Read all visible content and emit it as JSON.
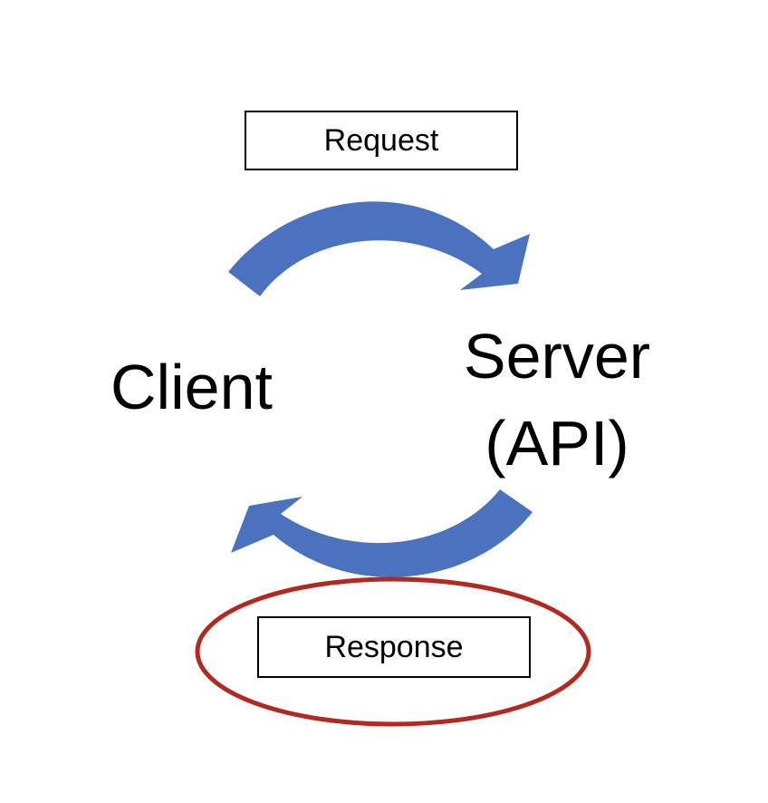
{
  "diagram": {
    "request_label": "Request",
    "response_label": "Response",
    "client_label": "Client",
    "server_label_line1": "Server",
    "server_label_line2": "(API)"
  },
  "colors": {
    "arrow": "#4A72BF",
    "highlight": "#B02A22",
    "box_border": "#000000",
    "text": "#000000",
    "background": "#FFFFFF"
  }
}
